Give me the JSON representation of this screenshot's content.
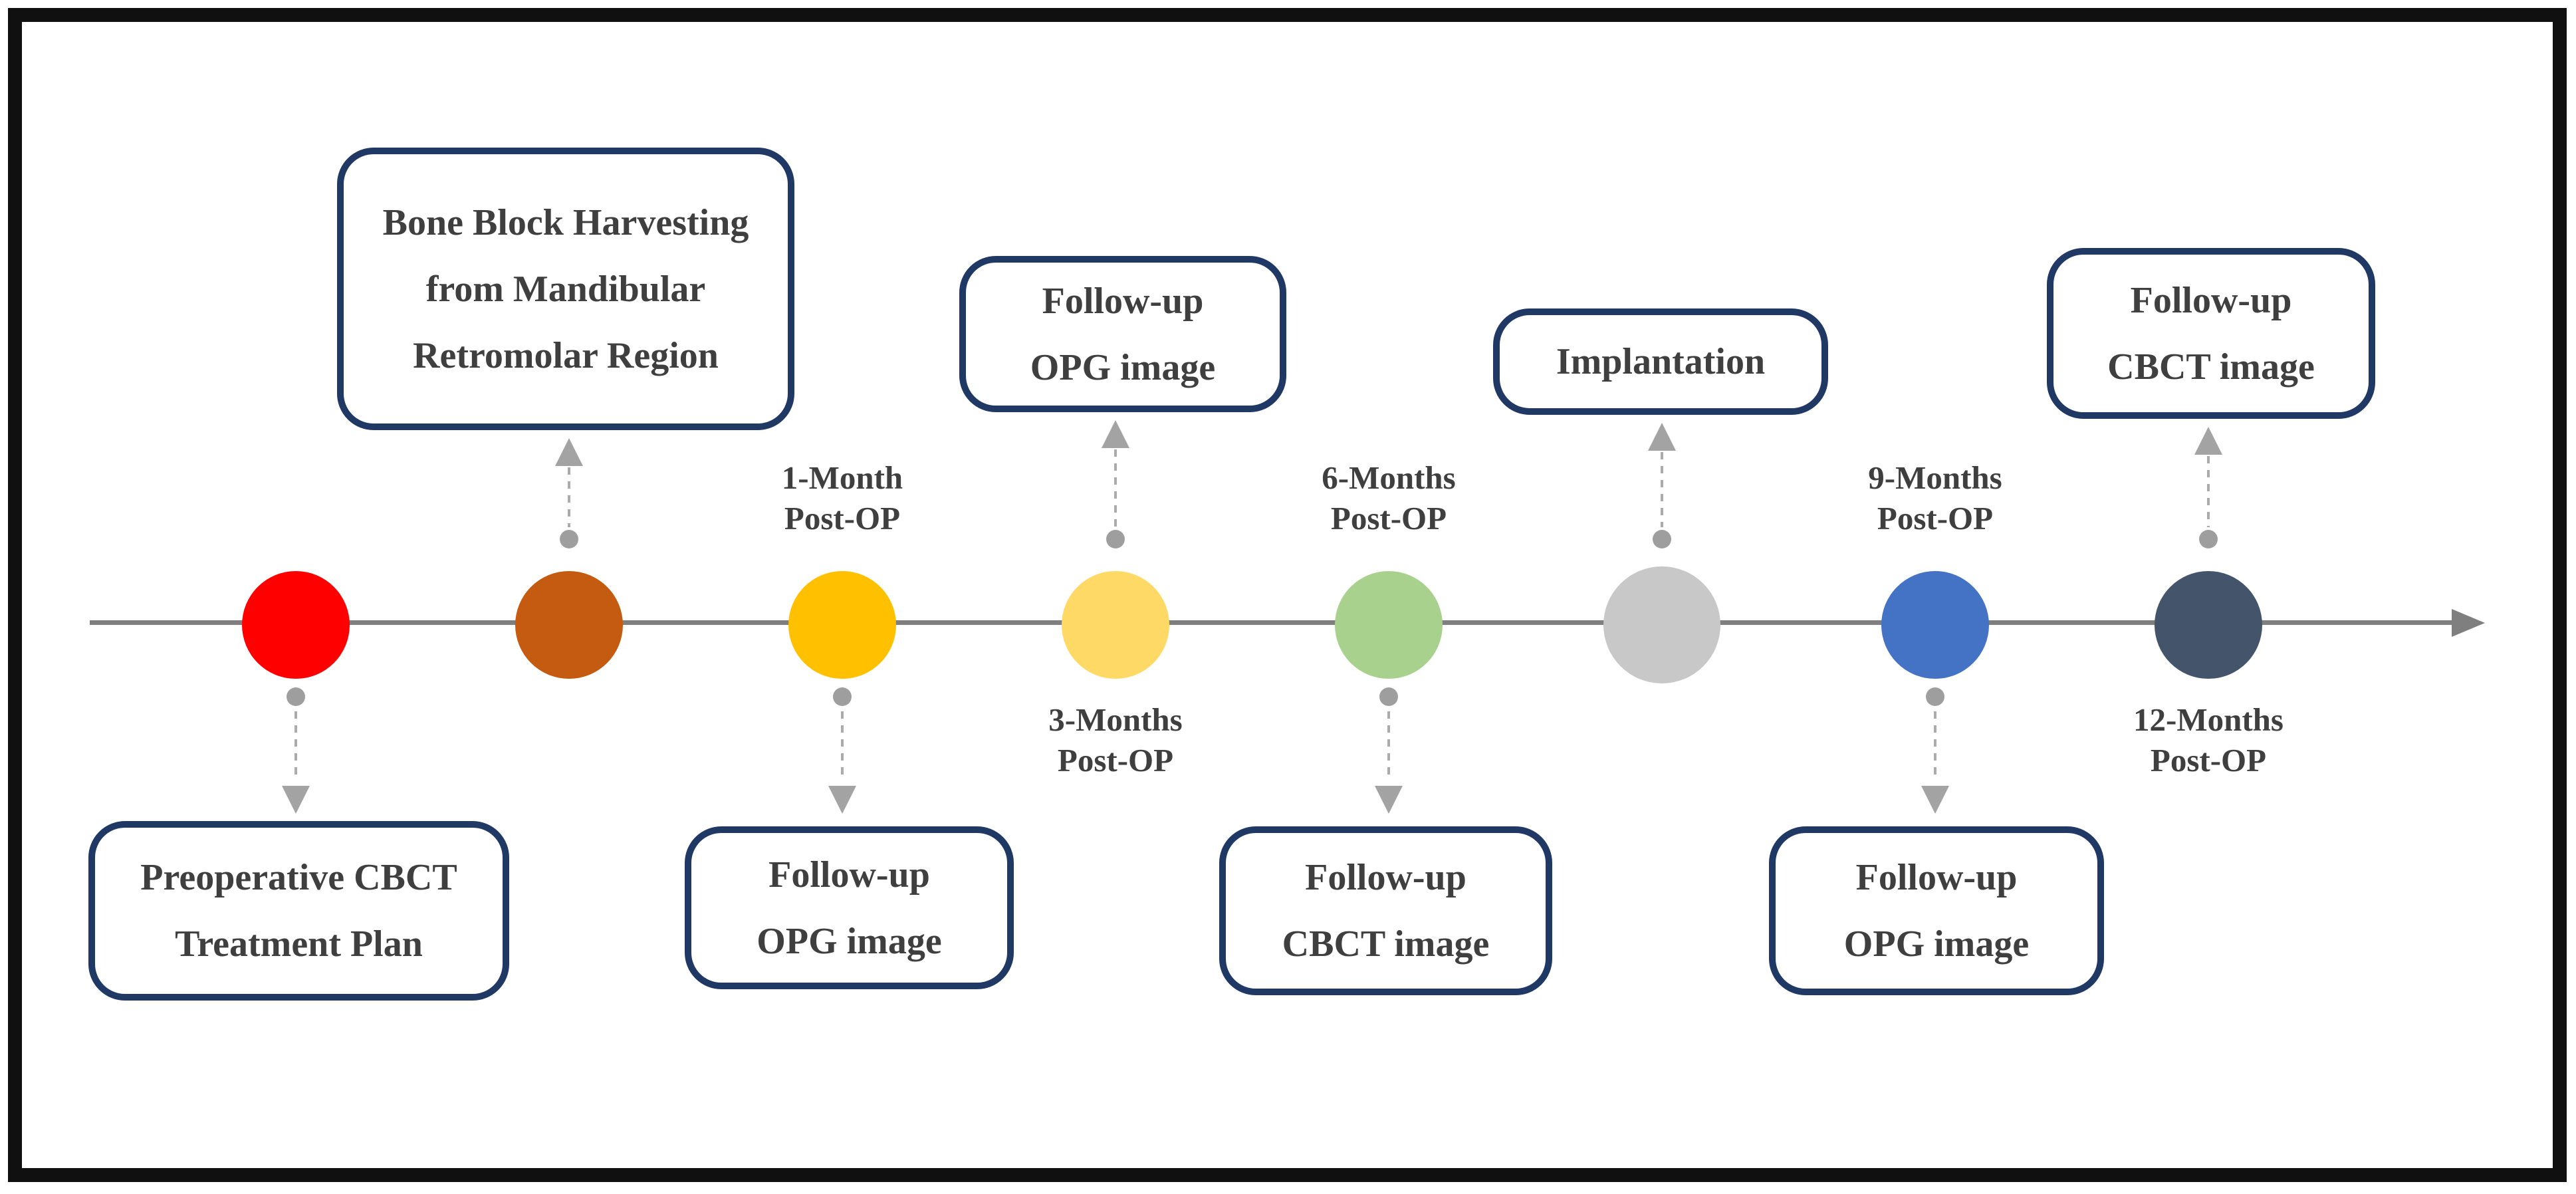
{
  "palette": {
    "frame": "#101010",
    "background": "#ffffff",
    "timeline_line": "#7f7f7f",
    "connector_dash": "#ababab",
    "connector_dot": "#9e9e9e",
    "connector_arrow": "#a3a3a3",
    "box_border": "#1f3864",
    "box_fill": "#ffffff",
    "text": "#3f3f3f"
  },
  "timeline": {
    "direction": "left-to-right",
    "events": [
      {
        "name": "preoperative",
        "circle_color": "#fe0000",
        "box": {
          "position": "below",
          "lines": [
            "Preoperative CBCT",
            "Treatment Plan"
          ]
        }
      },
      {
        "name": "bone-block-harvesting",
        "circle_color": "#c55a11",
        "box": {
          "position": "above",
          "lines": [
            "Bone Block Harvesting",
            "from Mandibular",
            "Retromolar Region"
          ]
        }
      },
      {
        "name": "one-month-post-op",
        "circle_color": "#ffc000",
        "time_label": {
          "position": "above",
          "lines": [
            "1-Month",
            "Post-OP"
          ]
        },
        "box": {
          "position": "below",
          "lines": [
            "Follow-up",
            "OPG image"
          ]
        }
      },
      {
        "name": "three-months-post-op",
        "circle_color": "#ffd966",
        "time_label": {
          "position": "below",
          "lines": [
            "3-Months",
            "Post-OP"
          ]
        },
        "box": {
          "position": "above",
          "lines": [
            "Follow-up",
            "OPG image"
          ]
        }
      },
      {
        "name": "six-months-post-op",
        "circle_color": "#a9d18e",
        "time_label": {
          "position": "above",
          "lines": [
            "6-Months",
            "Post-OP"
          ]
        },
        "box": {
          "position": "below",
          "lines": [
            "Follow-up",
            "CBCT image"
          ]
        }
      },
      {
        "name": "implantation",
        "circle_color": "#c8c8c8",
        "box": {
          "position": "above",
          "lines": [
            "Implantation"
          ]
        }
      },
      {
        "name": "nine-months-post-op",
        "circle_color": "#4472c4",
        "time_label": {
          "position": "above",
          "lines": [
            "9-Months",
            "Post-OP"
          ]
        },
        "box": {
          "position": "below",
          "lines": [
            "Follow-up",
            "OPG image"
          ]
        }
      },
      {
        "name": "twelve-months-post-op",
        "circle_color": "#44546a",
        "time_label": {
          "position": "below",
          "lines": [
            "12-Months",
            "Post-OP"
          ]
        },
        "box": {
          "position": "above",
          "lines": [
            "Follow-up",
            "CBCT image"
          ]
        }
      }
    ]
  }
}
